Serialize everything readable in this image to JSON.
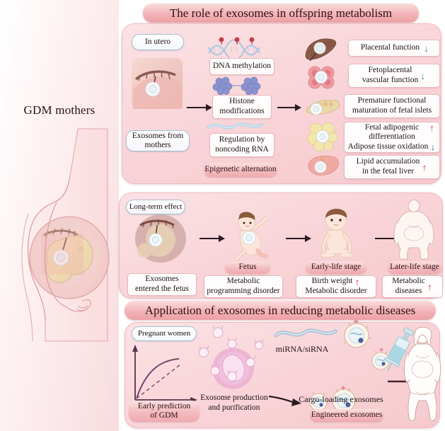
{
  "figure": {
    "left_label": "GDM mothers"
  },
  "banners": {
    "top": "The role of exosomes in offspring metabolism",
    "bottom": "Application of exosomes in reducing metabolic diseases"
  },
  "panel_top": {
    "tag_in_utero": "In utero",
    "tag_exosomes_from_mothers": "Exosomes from mothers",
    "mechanisms": [
      {
        "label": "DNA methylation",
        "icon": "dna-helix-icon"
      },
      {
        "label": "Histone modifications",
        "icon": "histone-cluster-icon"
      },
      {
        "label": "Regulation by noncoding RNA",
        "icon": "ncrna-strand-icon"
      }
    ],
    "badge_epigenetic": "Epigenetic alternation",
    "outcomes": [
      {
        "icon": "placenta-icon",
        "lines": [
          {
            "text": "Placental function",
            "trend": "down"
          }
        ]
      },
      {
        "icon": "fetoplacental-vessel-icon",
        "lines": [
          {
            "text": "Fetoplacental",
            "trend": ""
          },
          {
            "text": "vascular function",
            "trend": "down"
          }
        ]
      },
      {
        "icon": "pancreas-islet-icon",
        "lines": [
          {
            "text": "Premature functional",
            "trend": ""
          },
          {
            "text": "maturation of fetal islets",
            "trend": ""
          }
        ]
      },
      {
        "icon": "adipocyte-icon",
        "lines": [
          {
            "text": "Fetal adipogenic",
            "trend": "up"
          },
          {
            "text": "differentiation",
            "trend": ""
          },
          {
            "text": "Adipose tissue oxidation",
            "trend": "down"
          }
        ]
      },
      {
        "icon": "liver-icon",
        "lines": [
          {
            "text": "Lipid accumulation",
            "trend": "up"
          },
          {
            "text": "in the fetal liver",
            "trend": ""
          }
        ]
      }
    ]
  },
  "panel_mid": {
    "tag_long_term": "Long-term effect",
    "stages": [
      {
        "icon": "fetus-in-womb-icon",
        "badge": "",
        "box_lines": [
          {
            "text": "Exosomes",
            "trend": ""
          },
          {
            "text": "entered the fetus",
            "trend": ""
          }
        ]
      },
      {
        "icon": "newborn-icon",
        "badge": "Fetus",
        "box_lines": [
          {
            "text": "Metabolic",
            "trend": ""
          },
          {
            "text": "programming disorder",
            "trend": ""
          }
        ]
      },
      {
        "icon": "sitting-baby-icon",
        "badge": "Early-life stage",
        "box_lines": [
          {
            "text": "Birth weight",
            "trend": "up"
          },
          {
            "text": "Metabolic disorder",
            "trend": ""
          }
        ]
      },
      {
        "icon": "obese-adult-icon",
        "badge": "Later-life stage",
        "box_lines": [
          {
            "text": "Metabolic",
            "trend": ""
          },
          {
            "text": "diseases",
            "trend": "up"
          }
        ]
      }
    ]
  },
  "panel_bottom": {
    "tag_pregnant_women": "Pregnant women",
    "badge_early_prediction": "Early prediction of GDM",
    "label_exosome_production": "Exosome production and purification",
    "label_mirna_sirna": "miRNA/siRNA",
    "label_cargo_loading": "Cargo-loading exosomes",
    "badge_engineered": "Engineered exosomes",
    "icons": [
      "roc-curve-icon",
      "cell-icon",
      "exosome-icon",
      "rna-strand-icon",
      "cargo-exosome-icon",
      "syringe-icon",
      "obese-woman-icon"
    ]
  },
  "colors": {
    "banner_pink": "#eca0a5",
    "panel_pink": "#f6cace",
    "up_arrow_red": "#d4222b",
    "down_arrow_teal": "#2b8fa8",
    "pill_border_blue": "#a8bccf",
    "arrow_dark": "#2a1a22"
  }
}
